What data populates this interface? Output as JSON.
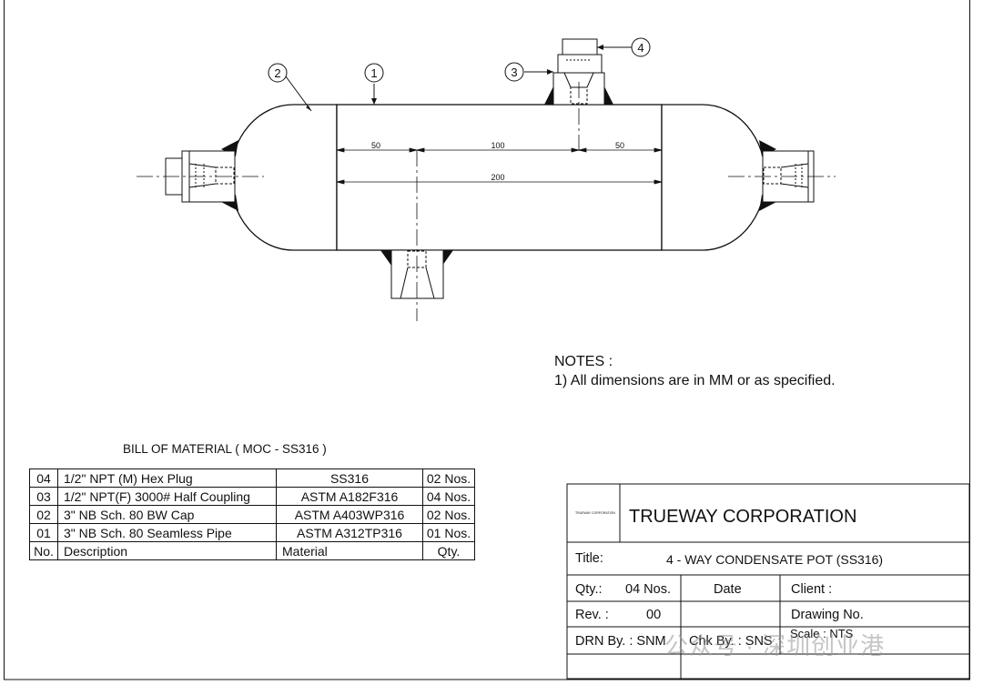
{
  "callouts": [
    "1",
    "2",
    "3",
    "4"
  ],
  "dimensions": {
    "d1": "50",
    "d2": "100",
    "d3": "50",
    "overall": "200"
  },
  "notes": {
    "heading": "NOTES :",
    "line1": "1) All dimensions are in MM or as specified."
  },
  "bom": {
    "title": "BILL OF MATERIAL ( MOC - SS316 )",
    "rows": [
      {
        "no": "04",
        "desc": "1/2\" NPT (M) Hex Plug",
        "material": "SS316",
        "qty": "02 Nos."
      },
      {
        "no": "03",
        "desc": "1/2\" NPT(F) 3000# Half Coupling",
        "material": "ASTM A182F316",
        "qty": "04 Nos."
      },
      {
        "no": "02",
        "desc": "3\" NB Sch. 80 BW Cap",
        "material": "ASTM A403WP316",
        "qty": "02 Nos."
      },
      {
        "no": "01",
        "desc": "3\" NB Sch. 80 Seamless Pipe",
        "material": "ASTM A312TP316",
        "qty": "01 Nos."
      }
    ],
    "header": {
      "no": "No.",
      "desc": "Description",
      "material": "Material",
      "qty": "Qty."
    }
  },
  "title_block": {
    "logo_small_text": "TRUEWAY CORPORATION",
    "company": "TRUEWAY CORPORATION",
    "title_label": "Title:",
    "title_value": "4 - WAY CONDENSATE POT (SS316)",
    "qty_label": "Qty.:",
    "qty_value": "04 Nos.",
    "date_label": "Date",
    "client_label": "Client :",
    "rev_label": "Rev. :",
    "rev_value": "00",
    "drawing_no_label": "Drawing No.",
    "drn_by": "DRN By. : SNM",
    "chk_by": "Chk By. : SNS",
    "scale": "Scale : NTS"
  },
  "watermark": "公众号 · 深圳创业港"
}
